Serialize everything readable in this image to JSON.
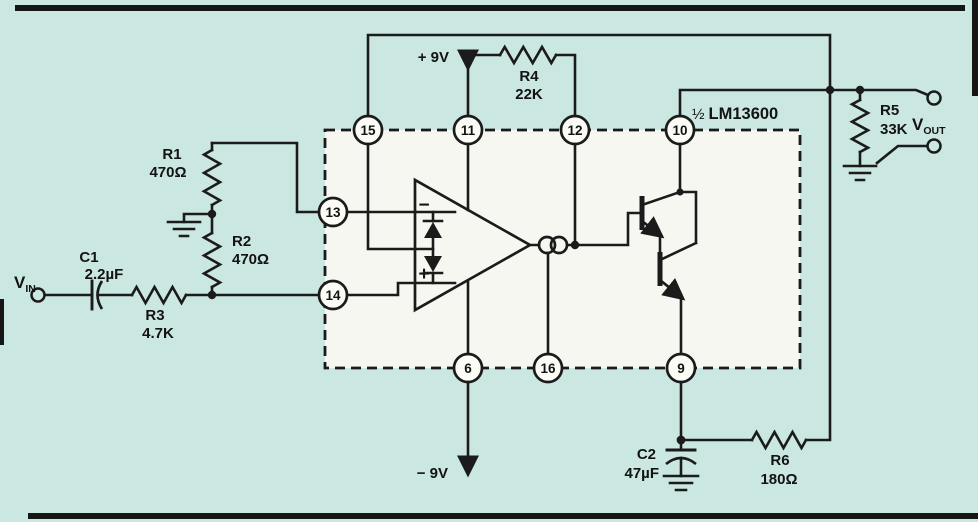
{
  "colors": {
    "background": "#cbe7e2",
    "line": "#1b1b1b",
    "ic_fill": "#f6f7f1",
    "scan_edge": "#151515"
  },
  "ic": {
    "designation_fraction": "½",
    "designation_name": "LM13600",
    "pins": {
      "top": [
        "15",
        "11",
        "12",
        "10"
      ],
      "left": [
        "13",
        "14"
      ],
      "bottom": [
        "6",
        "16",
        "9"
      ]
    },
    "amp": {
      "inverting": "−",
      "noninverting": "+"
    }
  },
  "supplies": {
    "positive": "+ 9V",
    "negative": "− 9V"
  },
  "terminals": {
    "input": {
      "main": "V",
      "sub": "IN"
    },
    "output": {
      "main": "V",
      "sub": "OUT"
    }
  },
  "components": {
    "c1": {
      "ref": "C1",
      "value": "2.2µF"
    },
    "r1": {
      "ref": "R1",
      "value": "470Ω"
    },
    "r2": {
      "ref": "R2",
      "value": "470Ω"
    },
    "r3": {
      "ref": "R3",
      "value": "4.7K"
    },
    "r4": {
      "ref": "R4",
      "value": "22K"
    },
    "r5": {
      "ref": "R5",
      "value": "33K"
    },
    "r6": {
      "ref": "R6",
      "value": "180Ω"
    },
    "c2": {
      "ref": "C2",
      "value": "47µF"
    }
  }
}
